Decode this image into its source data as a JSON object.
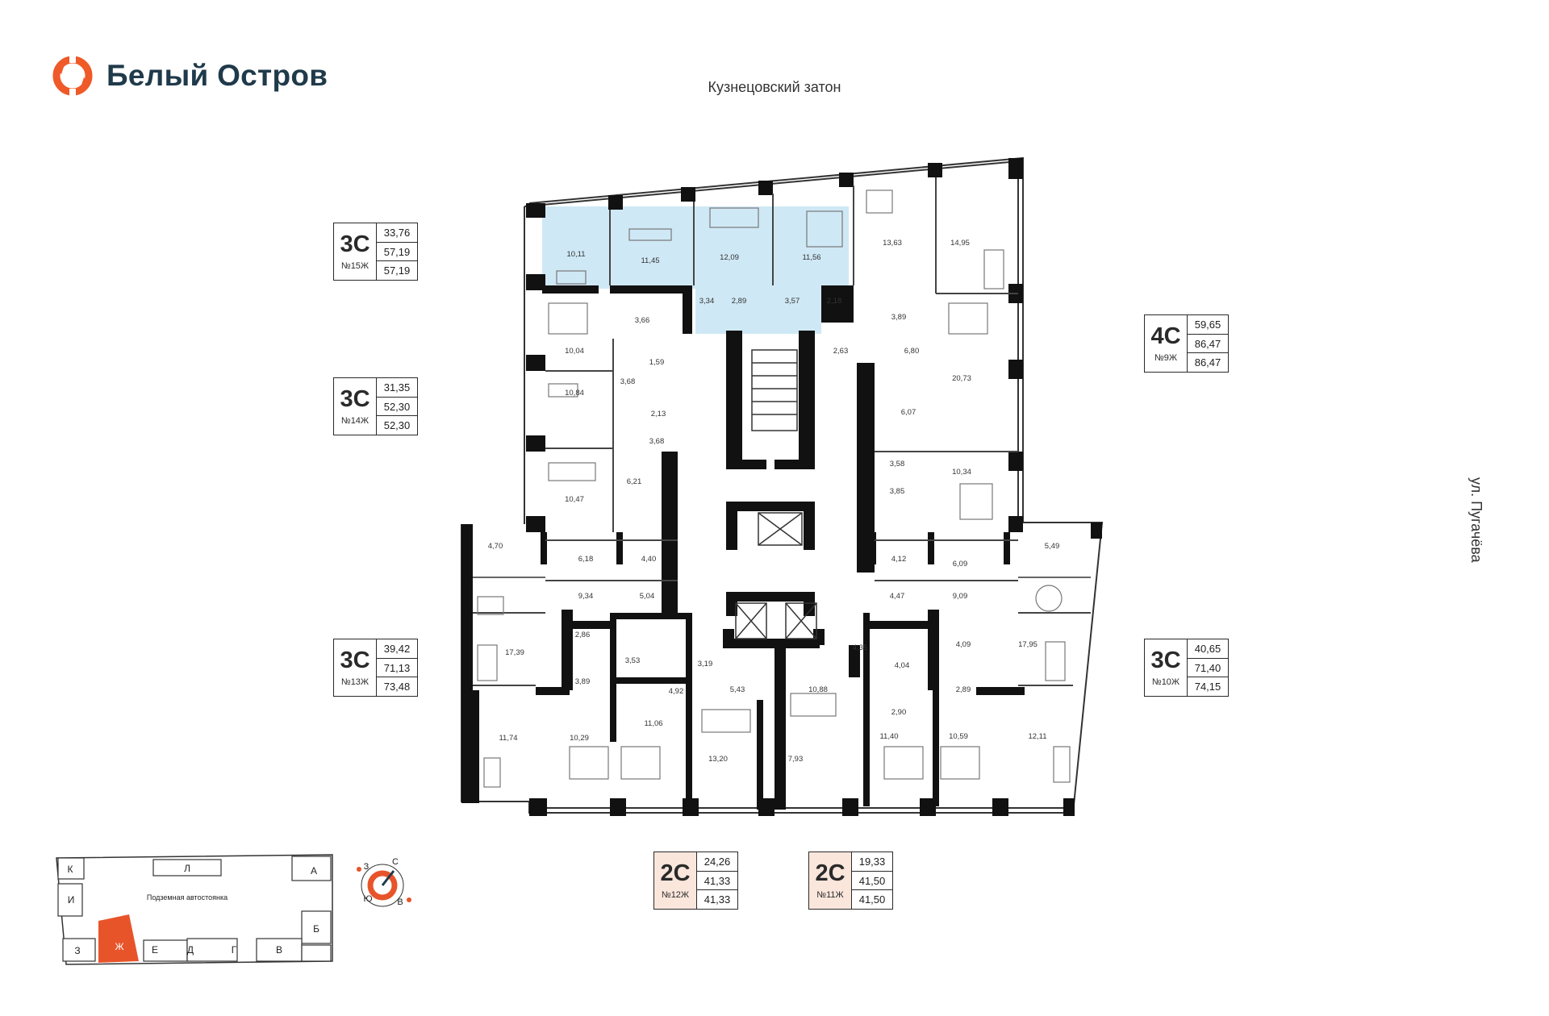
{
  "brand": {
    "name": "Белый Остров",
    "accent": "#ef5a28",
    "dark": "#1f3a4a"
  },
  "header": {
    "water_label": "Кузнецовский затон"
  },
  "street_label": "ул. Пугачёва",
  "colors": {
    "highlight": "#cfe8f5",
    "wall": "#111111",
    "card_accent": "#fbe6dc",
    "section_fill": "#e8542a"
  },
  "apartments": [
    {
      "type": "3С",
      "number": "№15Ж",
      "values": [
        "33,76",
        "57,19",
        "57,19"
      ]
    },
    {
      "type": "3С",
      "number": "№14Ж",
      "values": [
        "31,35",
        "52,30",
        "52,30"
      ]
    },
    {
      "type": "3С",
      "number": "№13Ж",
      "values": [
        "39,42",
        "71,13",
        "73,48"
      ]
    },
    {
      "type": "4С",
      "number": "№9Ж",
      "values": [
        "59,65",
        "86,47",
        "86,47"
      ]
    },
    {
      "type": "3С",
      "number": "№10Ж",
      "values": [
        "40,65",
        "71,40",
        "74,15"
      ]
    },
    {
      "type": "2С",
      "number": "№12Ж",
      "values": [
        "24,26",
        "41,33",
        "41,33"
      ]
    },
    {
      "type": "2С",
      "number": "№11Ж",
      "values": [
        "19,33",
        "41,50",
        "41,50"
      ]
    }
  ],
  "room_areas": {
    "r1": "10,11",
    "r2": "11,45",
    "r3": "12,09",
    "r4": "11,56",
    "r5": "13,63",
    "r6": "14,95",
    "r7": "3,34",
    "r8": "2,89",
    "r9": "3,57",
    "r10": "2,18",
    "r11": "3,66",
    "r12": "3,89",
    "r13": "10,04",
    "r14": "1,59",
    "r15": "2,63",
    "r16": "6,80",
    "r17": "3,68",
    "r18": "20,73",
    "r19": "10,84",
    "r20": "2,13",
    "r21": "6,07",
    "r22": "3,68",
    "r23": "3,58",
    "r24": "10,34",
    "r25": "6,21",
    "r26": "3,85",
    "r27": "10,47",
    "r28": "4,70",
    "r28b": "",
    "r29": "6,18",
    "r30": "4,40",
    "r31": "4,12",
    "r32": "6,09",
    "r33": "5,49",
    "r33b": "",
    "r34": "9,34",
    "r35": "5,04",
    "r36": "4,47",
    "r37": "9,09",
    "r38": "2,86",
    "r39": "17,39",
    "r40": "3,53",
    "r41": "3,19",
    "r42": "4,35",
    "r43": "4,04",
    "r44": "4,09",
    "r45": "17,95",
    "r46": "3,89",
    "r47": "4,92",
    "r48": "5,43",
    "r49": "10,88",
    "r50": "2,89",
    "r51": "2,90",
    "r52": "11,74",
    "r53": "10,29",
    "r54": "11,06",
    "r55": "13,20",
    "r56": "7,93",
    "r57": "11,40",
    "r58": "10,59",
    "r59": "12,11"
  },
  "site_map": {
    "sections": [
      "К",
      "Л",
      "А",
      "И",
      "Б",
      "З",
      "Ж",
      "Е",
      "Д",
      "Г",
      "В"
    ],
    "current_section": "Ж",
    "parking_label": "Подземная автостоянка",
    "parking_sub": ""
  },
  "compass": {
    "n": "С",
    "s": "Ю",
    "w": "З",
    "e": "В"
  }
}
